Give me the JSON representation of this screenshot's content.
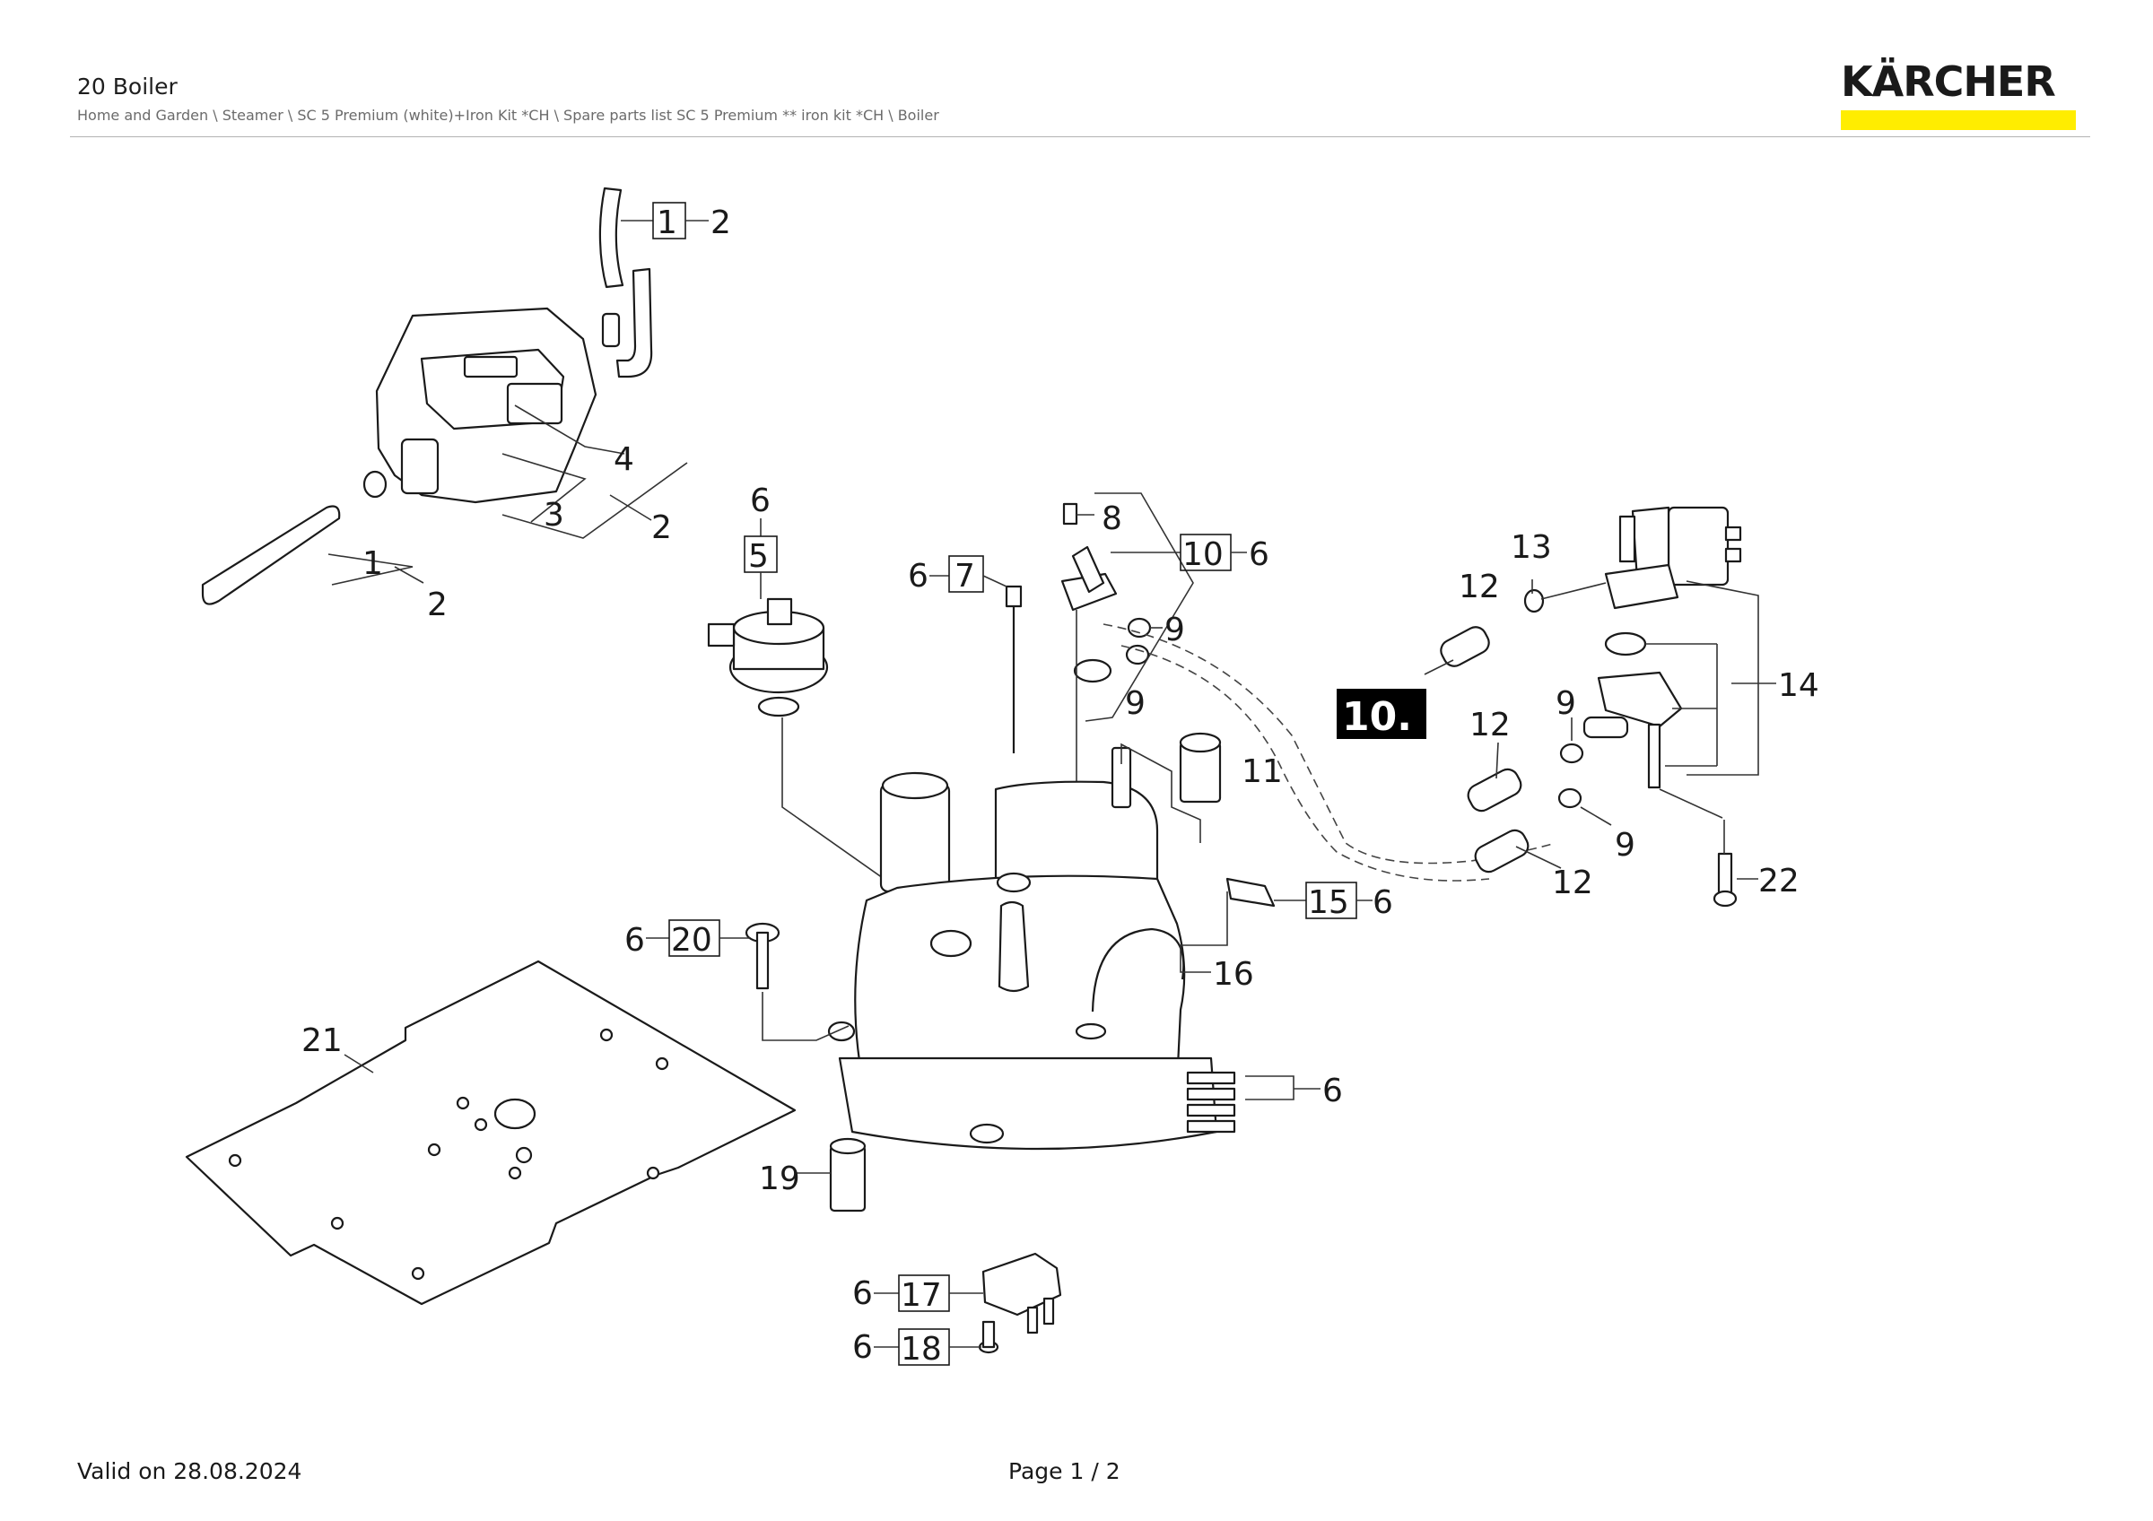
{
  "header": {
    "title": "20 Boiler",
    "breadcrumb": "Home and Garden \\ Steamer \\ SC 5 Premium (white)+Iron Kit *CH \\ Spare parts list SC 5 Premium ** iron kit *CH \\ Boiler"
  },
  "brand": {
    "name": "KÄRCHER",
    "accent_color": "#ffed00"
  },
  "diagram": {
    "callouts": [
      "1",
      "2",
      "3",
      "4",
      "5",
      "6",
      "7",
      "8",
      "9",
      "10",
      "11",
      "12",
      "13",
      "14",
      "15",
      "16",
      "17",
      "18",
      "19",
      "20",
      "21",
      "22"
    ],
    "badge": "10."
  },
  "footer": {
    "valid": "Valid on 28.08.2024",
    "page": "Page 1 / 2"
  }
}
